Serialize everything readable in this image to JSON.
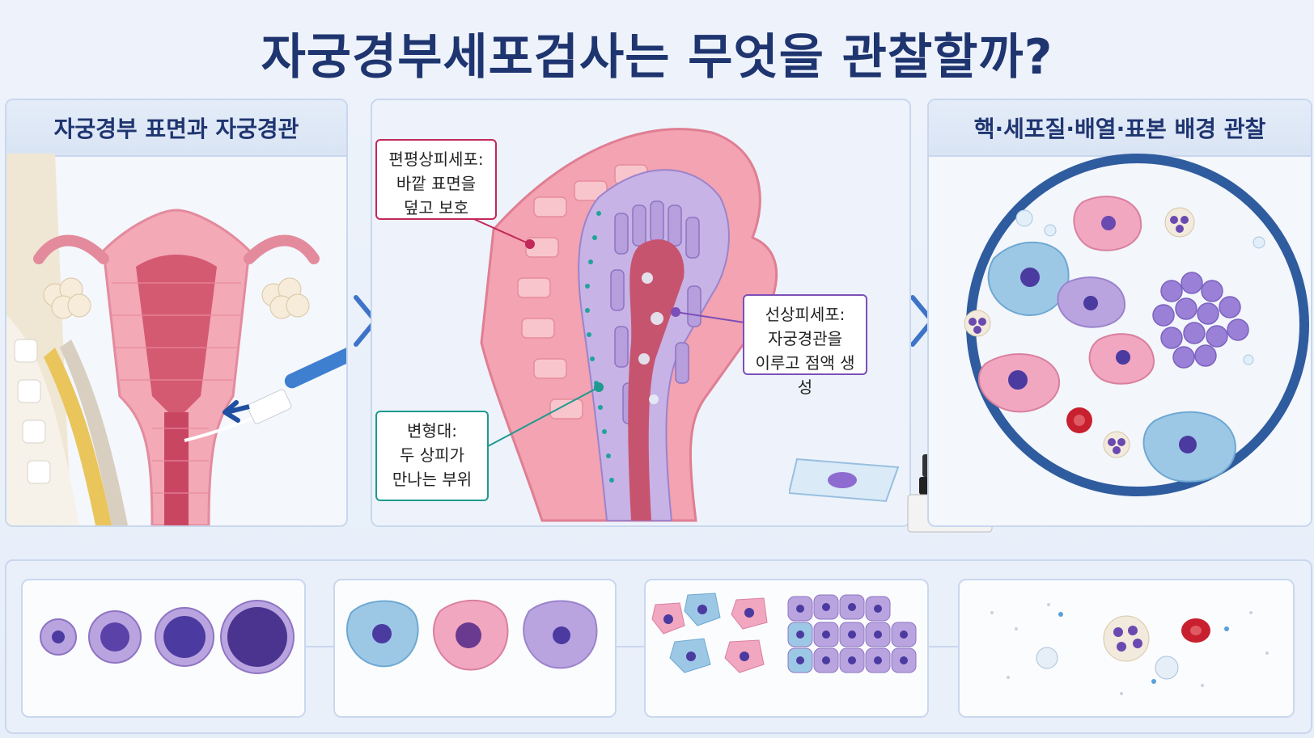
{
  "title": "자궁경부세포검사는 무엇을 관찰할까?",
  "panels": {
    "left": {
      "header": "자궁경부 표면과 자궁경관"
    },
    "middle": {
      "labels": {
        "squamous": [
          "편평상피세포:",
          "바깥 표면을",
          "덮고 보호"
        ],
        "glandular": [
          "선상피세포:",
          "자궁경관을",
          "이루고 점액 생성"
        ],
        "transformation": [
          "변형대:",
          "두 상피가",
          "만나는 부위"
        ]
      }
    },
    "right": {
      "header": "핵·세포질·배열·표본 배경 관찰"
    }
  },
  "colors": {
    "title": "#1f3570",
    "squamous_label": "#c2285a",
    "glandular_label": "#7b4fb8",
    "transformation_label": "#1e9a8f",
    "nucleus": "#4b3aa0",
    "pink_cell": "#f2a7c0",
    "blue_cell": "#9cc8e6",
    "purple_cell": "#b9a4e0"
  },
  "icons": [
    "chevron-right-icon",
    "microscope-icon",
    "glass-slide-icon",
    "spatula-brush-icon",
    "magnifier-circle-icon",
    "uterus-illustration-icon"
  ]
}
